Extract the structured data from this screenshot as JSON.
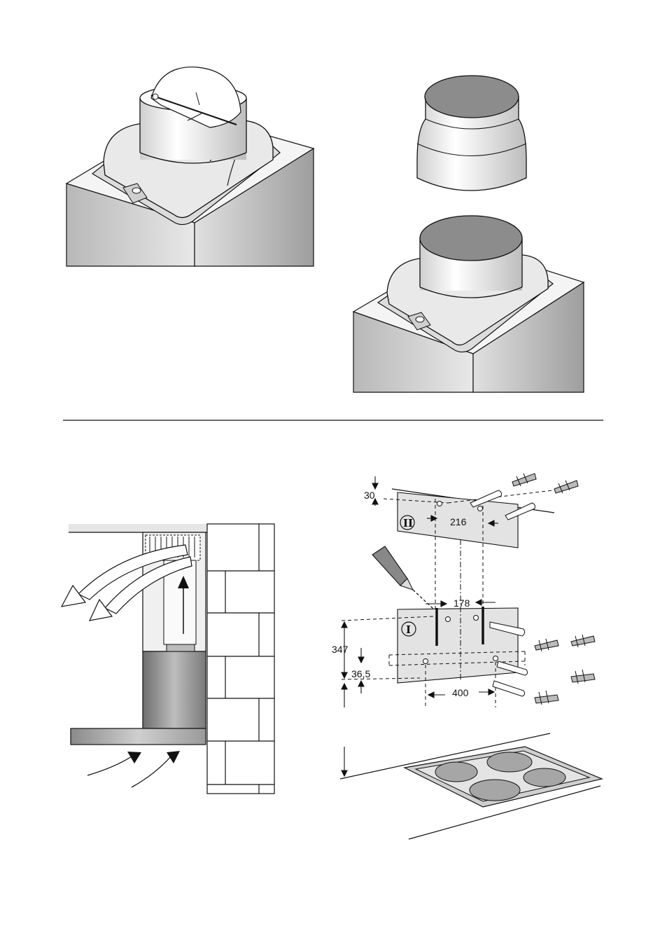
{
  "figure_top": {
    "panels": [
      "damper-duct-assembly",
      "reducer-duct-assembly"
    ]
  },
  "figure_bottom": {
    "marks": {
      "plate_upper": "II",
      "plate_lower": "I"
    },
    "dimensions": {
      "top_offset": "30",
      "upper_spacing": "216",
      "lower_spacing": "178",
      "height_to_hob": "347",
      "lower_offset": "36,5",
      "lower_width": "400"
    }
  },
  "colors": {
    "line": "#111111",
    "wall_shade": "#c9c9c9",
    "duct_fill": "#8c8c8c",
    "hood_body": "#9a9a9a"
  }
}
